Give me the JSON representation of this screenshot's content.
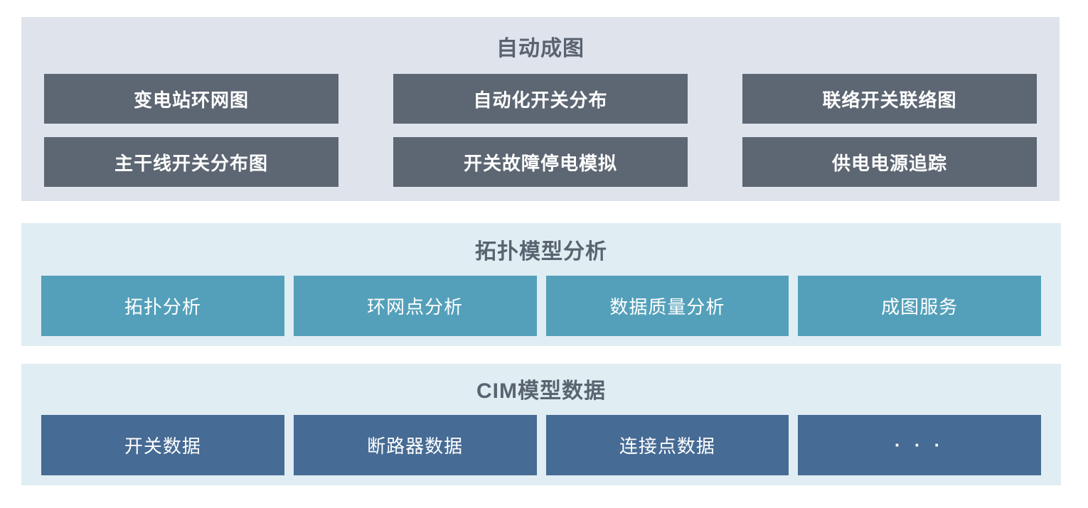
{
  "colors": {
    "page_bg": "#ffffff",
    "panel1_bg": "#dfe3ec",
    "panel23_bg": "#e0edf3",
    "dark_box": "#5d6673",
    "teal_box": "#54a0ba",
    "blue_box": "#466b94",
    "title_text": "#5a6370",
    "box_text": "#ffffff"
  },
  "auto_diagram": {
    "title": "自动成图",
    "boxes": [
      "变电站环网图",
      "自动化开关分布",
      "联络开关联络图",
      "主干线开关分布图",
      "开关故障停电模拟",
      "供电电源追踪"
    ]
  },
  "topology_analysis": {
    "title": "拓扑模型分析",
    "boxes": [
      "拓扑分析",
      "环网点分析",
      "数据质量分析",
      "成图服务"
    ]
  },
  "cim_model_data": {
    "title": "CIM模型数据",
    "boxes": [
      "开关数据",
      "断路器数据",
      "连接点数据",
      "· · ·"
    ]
  }
}
